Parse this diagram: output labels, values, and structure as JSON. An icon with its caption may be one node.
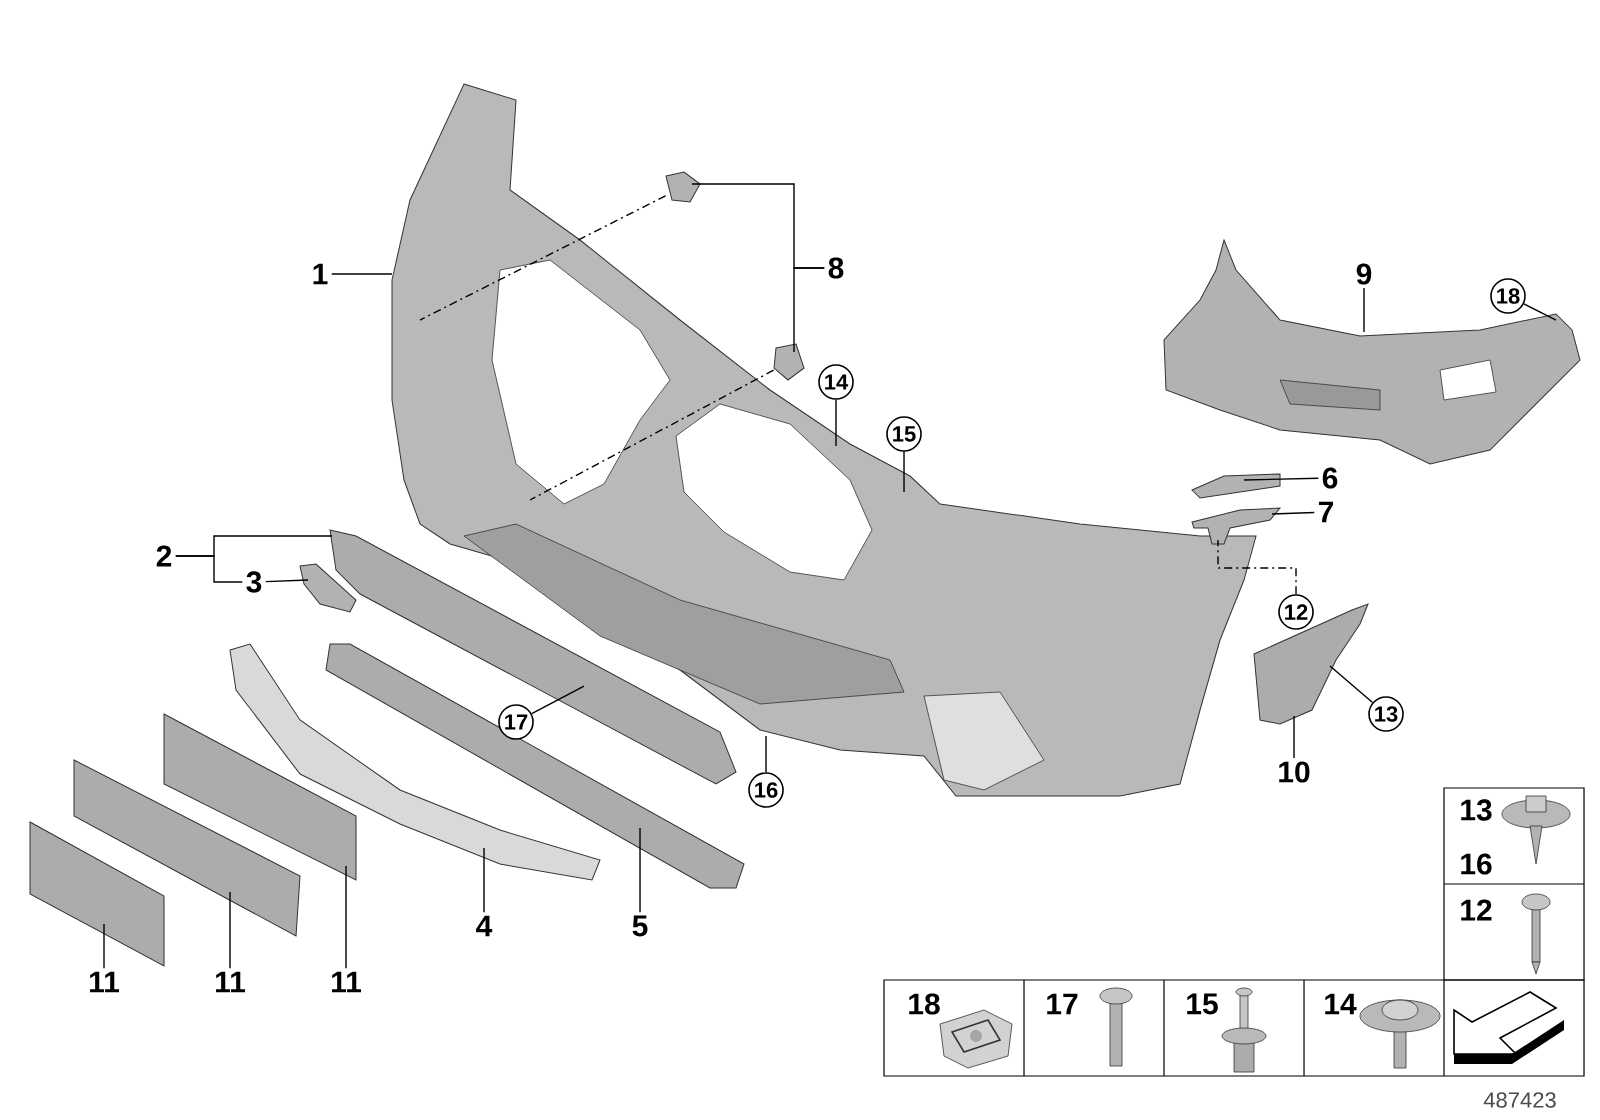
{
  "diagram": {
    "nodes": [
      {
        "text": [
          "1"
        ]
      },
      {
        "text": [
          "8"
        ]
      },
      {
        "text": [
          "9"
        ]
      },
      {
        "text": [
          "18"
        ]
      },
      {
        "text": [
          "14"
        ]
      },
      {
        "text": [
          "15"
        ]
      },
      {
        "text": [
          "6"
        ]
      },
      {
        "text": [
          "2"
        ]
      },
      {
        "text": [
          "7"
        ]
      },
      {
        "text": [
          "3"
        ]
      },
      {
        "text": [
          "12"
        ]
      },
      {
        "text": [
          "17"
        ]
      },
      {
        "text": [
          "13"
        ]
      },
      {
        "text": [
          "16"
        ]
      },
      {
        "text": [
          "10"
        ]
      },
      {
        "text": [
          "4"
        ]
      },
      {
        "text": [
          "5"
        ]
      },
      {
        "text": [
          "11"
        ]
      },
      {
        "text": [
          "11"
        ]
      },
      {
        "text": [
          "11"
        ]
      },
      {
        "text": [],
        "shape": "picture"
      },
      {
        "text": [],
        "shape": "picture"
      },
      {
        "text": [],
        "shape": "picture"
      },
      {
        "text": [],
        "shape": "picture"
      },
      {
        "text": [],
        "shape": "picture"
      },
      {
        "text": [],
        "shape": "picture"
      },
      {
        "text": [],
        "shape": "picture"
      },
      {
        "text": [],
        "shape": "picture"
      },
      {
        "text": [],
        "shape": "picture"
      },
      {
        "text": [],
        "shape": "picture"
      },
      {
        "text": [],
        "shape": "picture"
      },
      {
        "text": [],
        "shape": "picture"
      },
      {
        "text": [],
        "shape": "picture"
      },
      {
        "text": [],
        "shape": "picture"
      }
    ],
    "edges": [
      {
        "from": 0,
        "to": 20,
        "arrow": "none"
      },
      {
        "from": 1,
        "to": 21,
        "arrow": "none"
      },
      {
        "from": 1,
        "to": 22,
        "arrow": "none"
      },
      {
        "from": 2,
        "to": 23,
        "arrow": "none"
      },
      {
        "from": 3,
        "to": 23,
        "arrow": "none"
      },
      {
        "from": 4,
        "to": 20,
        "arrow": "none"
      },
      {
        "from": 5,
        "to": 20,
        "arrow": "none"
      },
      {
        "from": 6,
        "to": 24,
        "arrow": "none"
      },
      {
        "from": 7,
        "to": 26,
        "arrow": "none"
      },
      {
        "from": 7,
        "to": 9,
        "arrow": "none"
      },
      {
        "from": 8,
        "to": 25,
        "arrow": "none"
      },
      {
        "from": 9,
        "to": 27,
        "arrow": "none"
      },
      {
        "from": 10,
        "to": 25,
        "arrow": "none",
        "style": "dashed"
      },
      {
        "from": 11,
        "to": 26,
        "arrow": "none"
      },
      {
        "from": 12,
        "to": 28,
        "arrow": "none"
      },
      {
        "from": 13,
        "to": 20,
        "arrow": "none"
      },
      {
        "from": 14,
        "to": 28,
        "arrow": "none"
      },
      {
        "from": 15,
        "to": 29,
        "arrow": "none"
      },
      {
        "from": 16,
        "to": 30,
        "arrow": "none"
      },
      {
        "from": 17,
        "to": 31,
        "arrow": "none"
      },
      {
        "from": 18,
        "to": 32,
        "arrow": "none"
      },
      {
        "from": 19,
        "to": 33,
        "arrow": "none"
      },
      {
        "from": 21,
        "to": 20,
        "arrow": "none",
        "style": "dashed"
      },
      {
        "from": 22,
        "to": 20,
        "arrow": "none",
        "style": "dashed"
      }
    ],
    "labels": [
      "13",
      "16",
      "12",
      "18",
      "17",
      "15",
      "14",
      "487423"
    ]
  }
}
